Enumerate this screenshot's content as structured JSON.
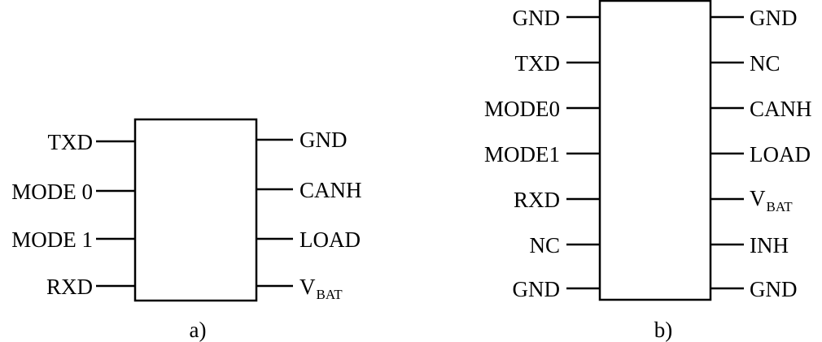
{
  "diagram_a": {
    "caption": "a)",
    "left_pins": [
      "TXD",
      "MODE 0",
      "MODE 1",
      "RXD"
    ],
    "right_pins": [
      {
        "main": "GND",
        "sub": ""
      },
      {
        "main": "CANH",
        "sub": ""
      },
      {
        "main": "LOAD",
        "sub": ""
      },
      {
        "main": "V",
        "sub": "BAT"
      }
    ]
  },
  "diagram_b": {
    "caption": "b)",
    "left_pins": [
      "GND",
      "TXD",
      "MODE0",
      "MODE1",
      "RXD",
      "NC",
      "GND"
    ],
    "right_pins": [
      {
        "main": "GND",
        "sub": ""
      },
      {
        "main": "NC",
        "sub": ""
      },
      {
        "main": "CANH",
        "sub": ""
      },
      {
        "main": "LOAD",
        "sub": ""
      },
      {
        "main": "V",
        "sub": "BAT"
      },
      {
        "main": "INH",
        "sub": ""
      },
      {
        "main": "GND",
        "sub": ""
      }
    ]
  }
}
